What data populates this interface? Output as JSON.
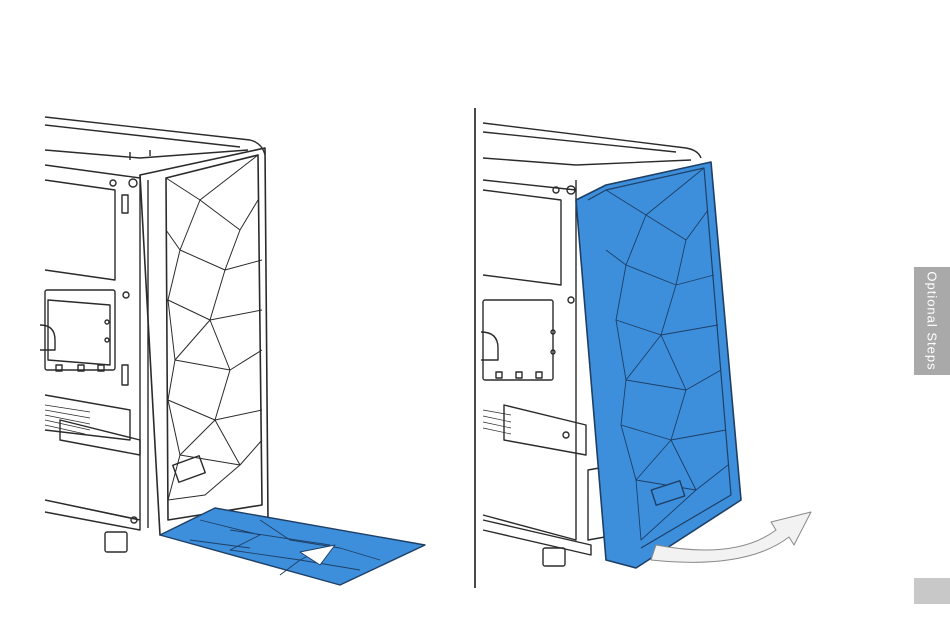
{
  "side_tab": {
    "label": "Optional Steps"
  },
  "colors": {
    "panel_blue": "#3d8fdc",
    "line": "#2b2b2b",
    "tab_gray": "#a9a9a9",
    "page_tab": "#c8c8c8"
  },
  "icons": [
    "case-illustration",
    "front-panel-illustration",
    "direction-arrow-icon"
  ]
}
